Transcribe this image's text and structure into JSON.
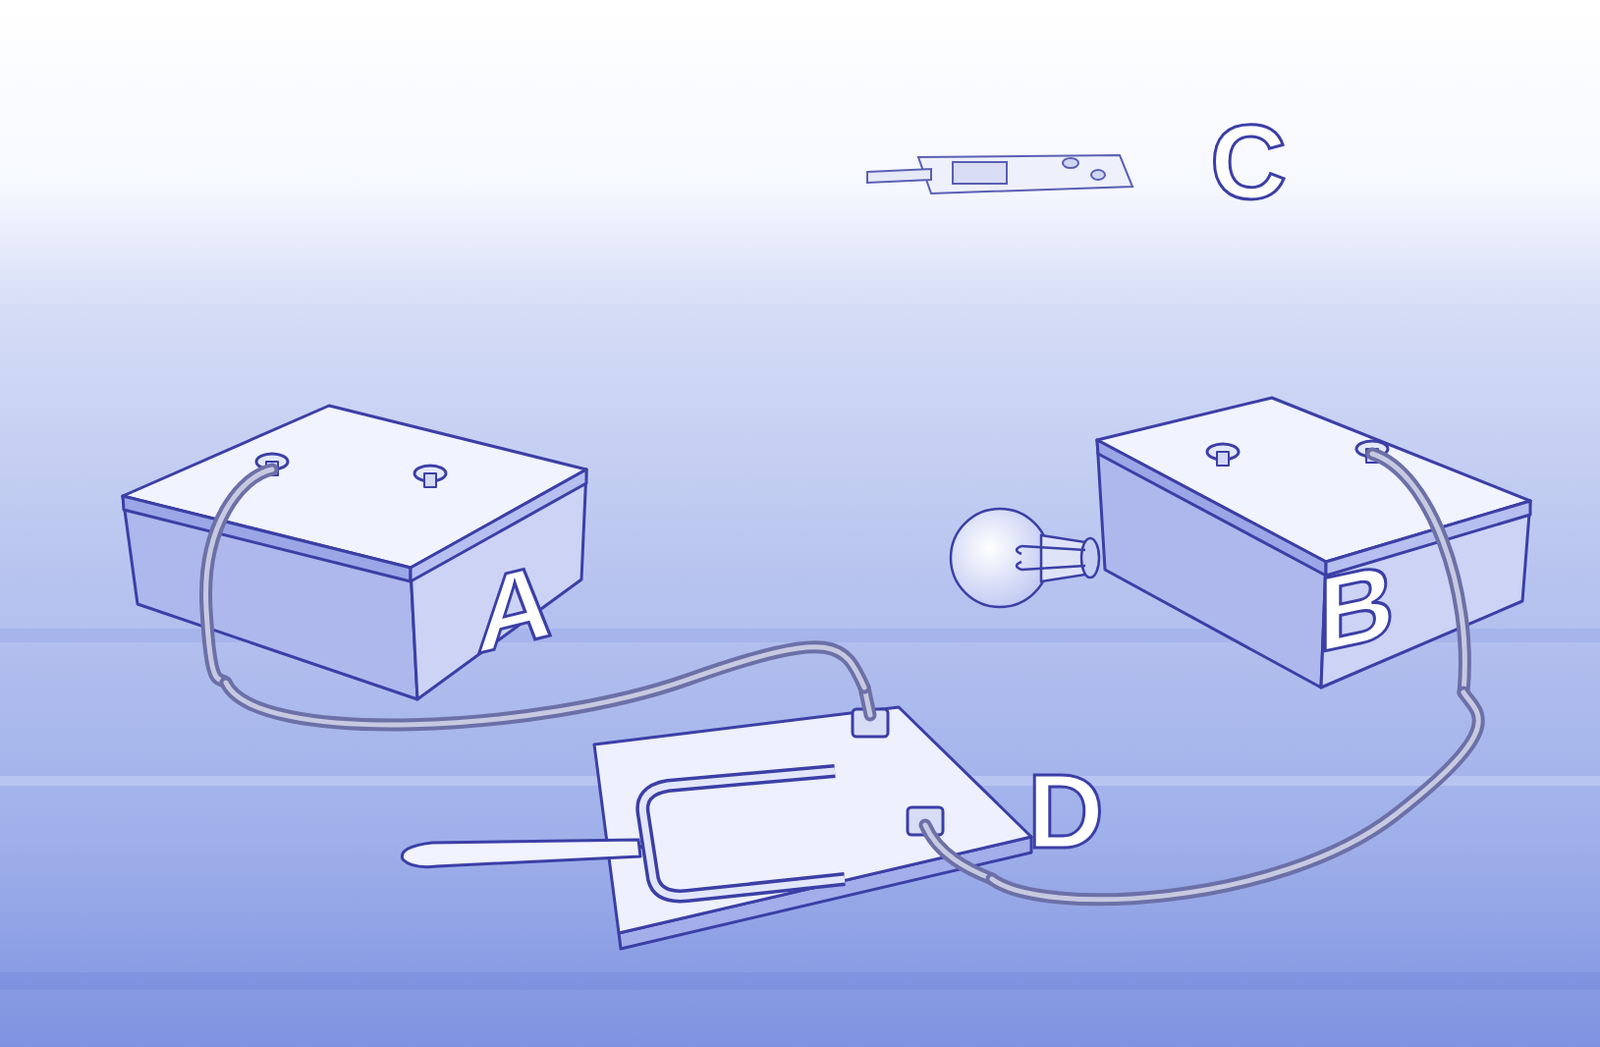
{
  "diagram": {
    "nodes": [
      {
        "text": [
          "C"
        ]
      },
      {
        "text": [
          "A"
        ]
      },
      {
        "text": [
          "B"
        ]
      },
      {
        "text": [
          "D"
        ]
      }
    ],
    "edges": [
      {
        "from": 1,
        "to": 3,
        "arrow": "none"
      },
      {
        "from": 3,
        "to": 2,
        "arrow": "none"
      }
    ]
  }
}
